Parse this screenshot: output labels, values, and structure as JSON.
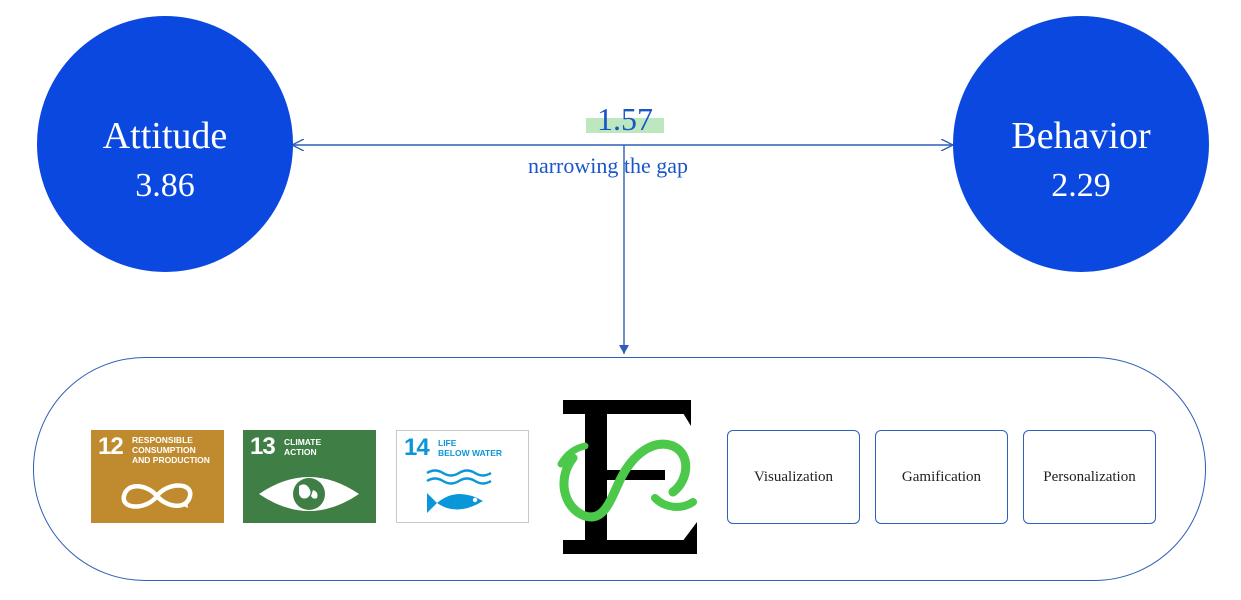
{
  "attitude": {
    "label": "Attitude",
    "value": "3.86"
  },
  "behavior": {
    "label": "Behavior",
    "value": "2.29"
  },
  "gap": {
    "value": "1.57",
    "caption": "narrowing the gap"
  },
  "sdgs": [
    {
      "number": "12",
      "title_lines": [
        "RESPONSIBLE",
        "CONSUMPTION",
        "AND PRODUCTION"
      ],
      "color": "#bf8b2e",
      "icon": "infinity-loop-icon"
    },
    {
      "number": "13",
      "title_lines": [
        "CLIMATE",
        "ACTION"
      ],
      "color": "#3f7e44",
      "icon": "earth-eye-icon"
    },
    {
      "number": "14",
      "title_lines": [
        "LIFE",
        "BELOW WATER"
      ],
      "color": "#0a97d9",
      "icon": "fish-waves-icon"
    }
  ],
  "features": [
    "Visualization",
    "Gamification",
    "Personalization"
  ],
  "colors": {
    "circle": "#0a48e0",
    "line": "#2f5fb8",
    "highlight": "#bde8bf",
    "logo_green": "#4cc84a",
    "logo_black": "#000000"
  }
}
